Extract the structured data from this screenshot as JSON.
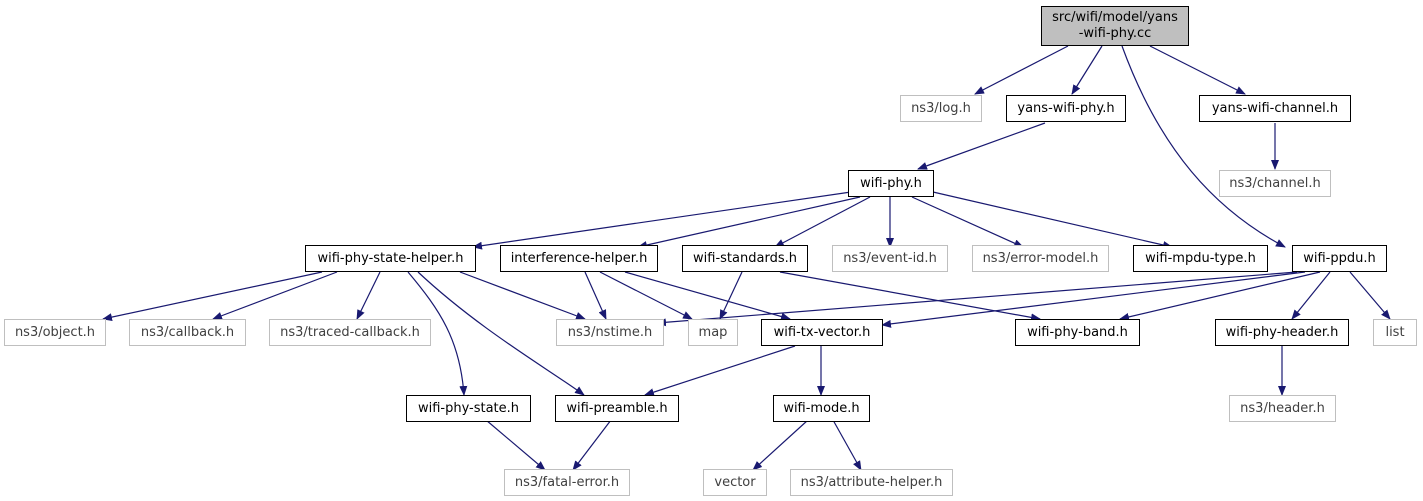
{
  "root": {
    "line1": "src/wifi/model/yans",
    "line2": "-wifi-phy.cc"
  },
  "nodes": {
    "log": "ns3/log.h",
    "yans_wifi_phy": "yans-wifi-phy.h",
    "yans_wifi_channel": "yans-wifi-channel.h",
    "channel": "ns3/channel.h",
    "wifi_phy": "wifi-phy.h",
    "wifi_phy_state_helper": "wifi-phy-state-helper.h",
    "interference_helper": "interference-helper.h",
    "wifi_standards": "wifi-standards.h",
    "event_id": "ns3/event-id.h",
    "error_model": "ns3/error-model.h",
    "wifi_mpdu_type": "wifi-mpdu-type.h",
    "wifi_ppdu": "wifi-ppdu.h",
    "object": "ns3/object.h",
    "callback": "ns3/callback.h",
    "traced_callback": "ns3/traced-callback.h",
    "nstime": "ns3/nstime.h",
    "map": "map",
    "wifi_tx_vector": "wifi-tx-vector.h",
    "wifi_phy_band": "wifi-phy-band.h",
    "wifi_phy_header": "wifi-phy-header.h",
    "list": "list",
    "wifi_phy_state": "wifi-phy-state.h",
    "wifi_preamble": "wifi-preamble.h",
    "wifi_mode": "wifi-mode.h",
    "header": "ns3/header.h",
    "fatal_error": "ns3/fatal-error.h",
    "vector": "vector",
    "attribute_helper": "ns3/attribute-helper.h"
  },
  "colors": {
    "edge": "#191970",
    "local_border": "#000000",
    "system_border": "#bfbfbf",
    "root_fill": "#bfbfbf"
  }
}
